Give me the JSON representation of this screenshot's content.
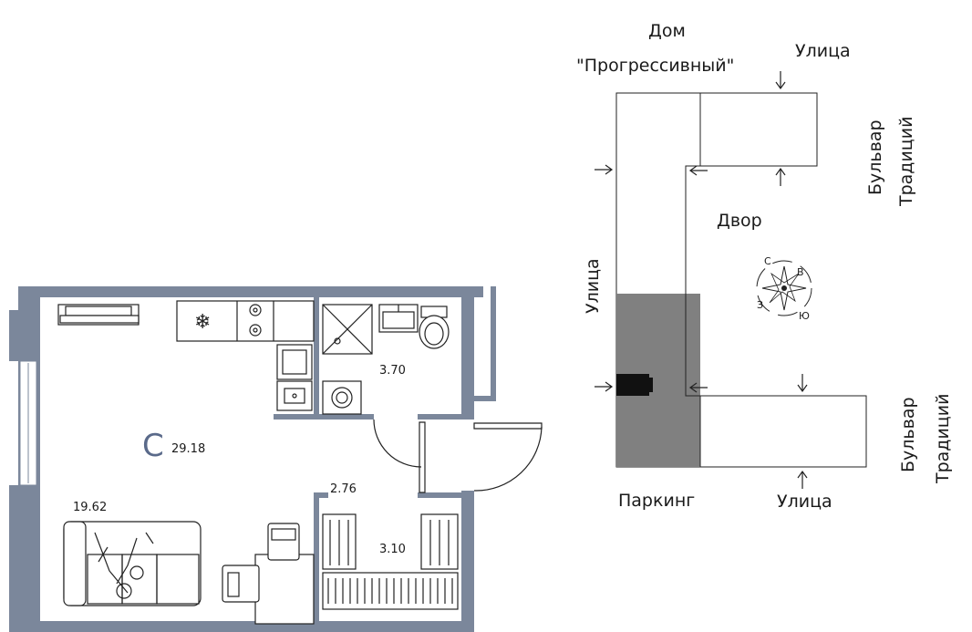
{
  "plan": {
    "room_letter": "С",
    "area_total": "29.18",
    "area_living": "19.62",
    "area_bathroom": "3.70",
    "area_hall": "2.76",
    "area_storage": "3.10"
  },
  "site": {
    "house_line1": "Дом",
    "house_line2": "\"Прогрессивный\"",
    "street_top": "Улица",
    "street_left": "Улица",
    "street_bottom": "Улица",
    "boulevard_top_line1": "Бульвар",
    "boulevard_top_line2": "Традиций",
    "boulevard_bottom_line1": "Бульвар",
    "boulevard_bottom_line2": "Традиций",
    "courtyard": "Двор",
    "parking": "Паркинг"
  },
  "compass": {
    "north": "С",
    "east": "В",
    "south": "Ю",
    "west": "З"
  },
  "colors": {
    "wall": "#7b879b",
    "parking": "#808080",
    "accent": "#5a6a8a"
  }
}
